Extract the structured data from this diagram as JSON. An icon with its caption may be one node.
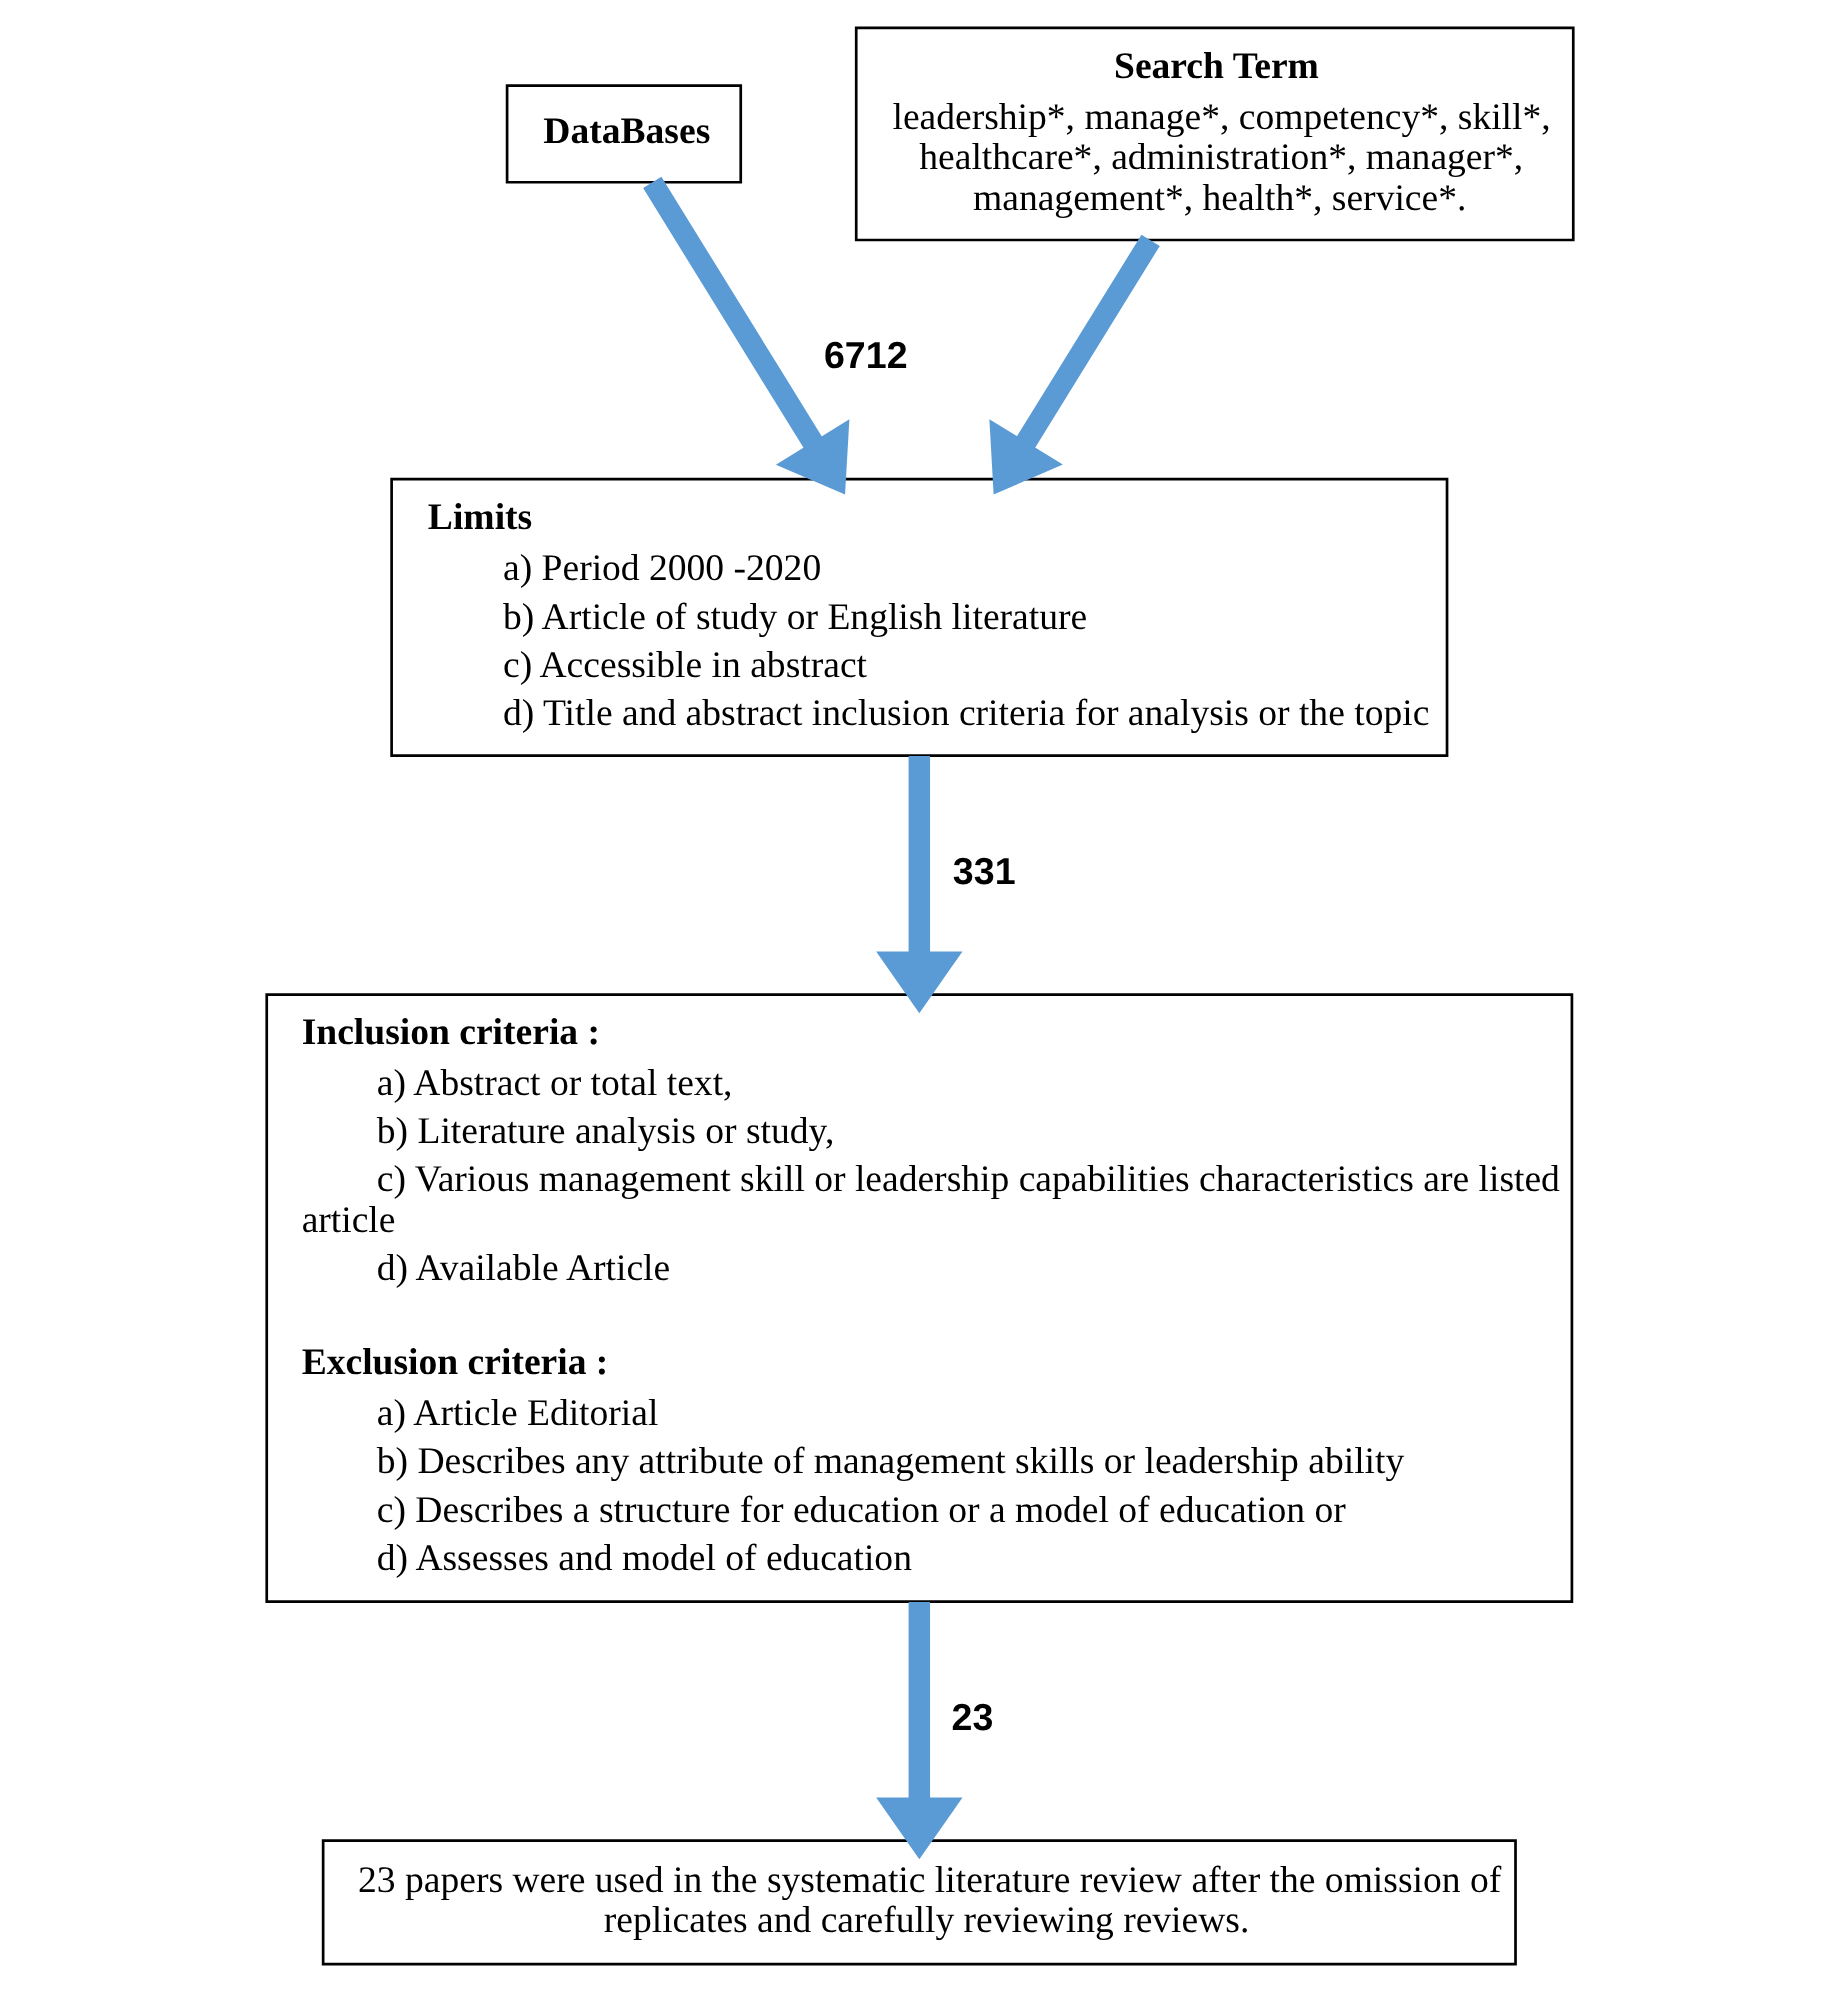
{
  "diagram": {
    "nodes": [
      {
        "text": [
          "DataBases"
        ]
      },
      {
        "text": [
          "Search Term",
          "leadership*, manage*, competency*, skill*, healthcare*, administration*, manager*, management*, health*, service*."
        ]
      },
      {
        "text": [
          "Limits",
          "a) Period 2000 -2020",
          "b) Article of study or English literature",
          "c) Accessible in abstract",
          "d) Title and abstract inclusion criteria for analysis or the topic"
        ]
      },
      {
        "text": [
          "Inclusion criteria :",
          "a) Abstract or total text,",
          "b) Literature analysis or study,",
          "c) Various management skill or leadership capabilities characteristics are listed article",
          "d) Available Article",
          "Exclusion criteria :",
          "a) Article Editorial",
          "b) Describes any attribute of management skills or leadership ability",
          "c) Describes a structure for education or a model of education or",
          "d) Assesses and model of education"
        ]
      },
      {
        "text": [
          "23 papers were used in the systematic literature review after the omission of replicates and carefully reviewing reviews."
        ]
      }
    ],
    "edges": [
      {
        "from": 0,
        "to": 2,
        "arrow": "to",
        "label": "6712"
      },
      {
        "from": 1,
        "to": 2,
        "arrow": "to"
      },
      {
        "from": 2,
        "to": 3,
        "arrow": "to",
        "label": "331"
      },
      {
        "from": 3,
        "to": 4,
        "arrow": "to",
        "label": "23"
      }
    ]
  }
}
